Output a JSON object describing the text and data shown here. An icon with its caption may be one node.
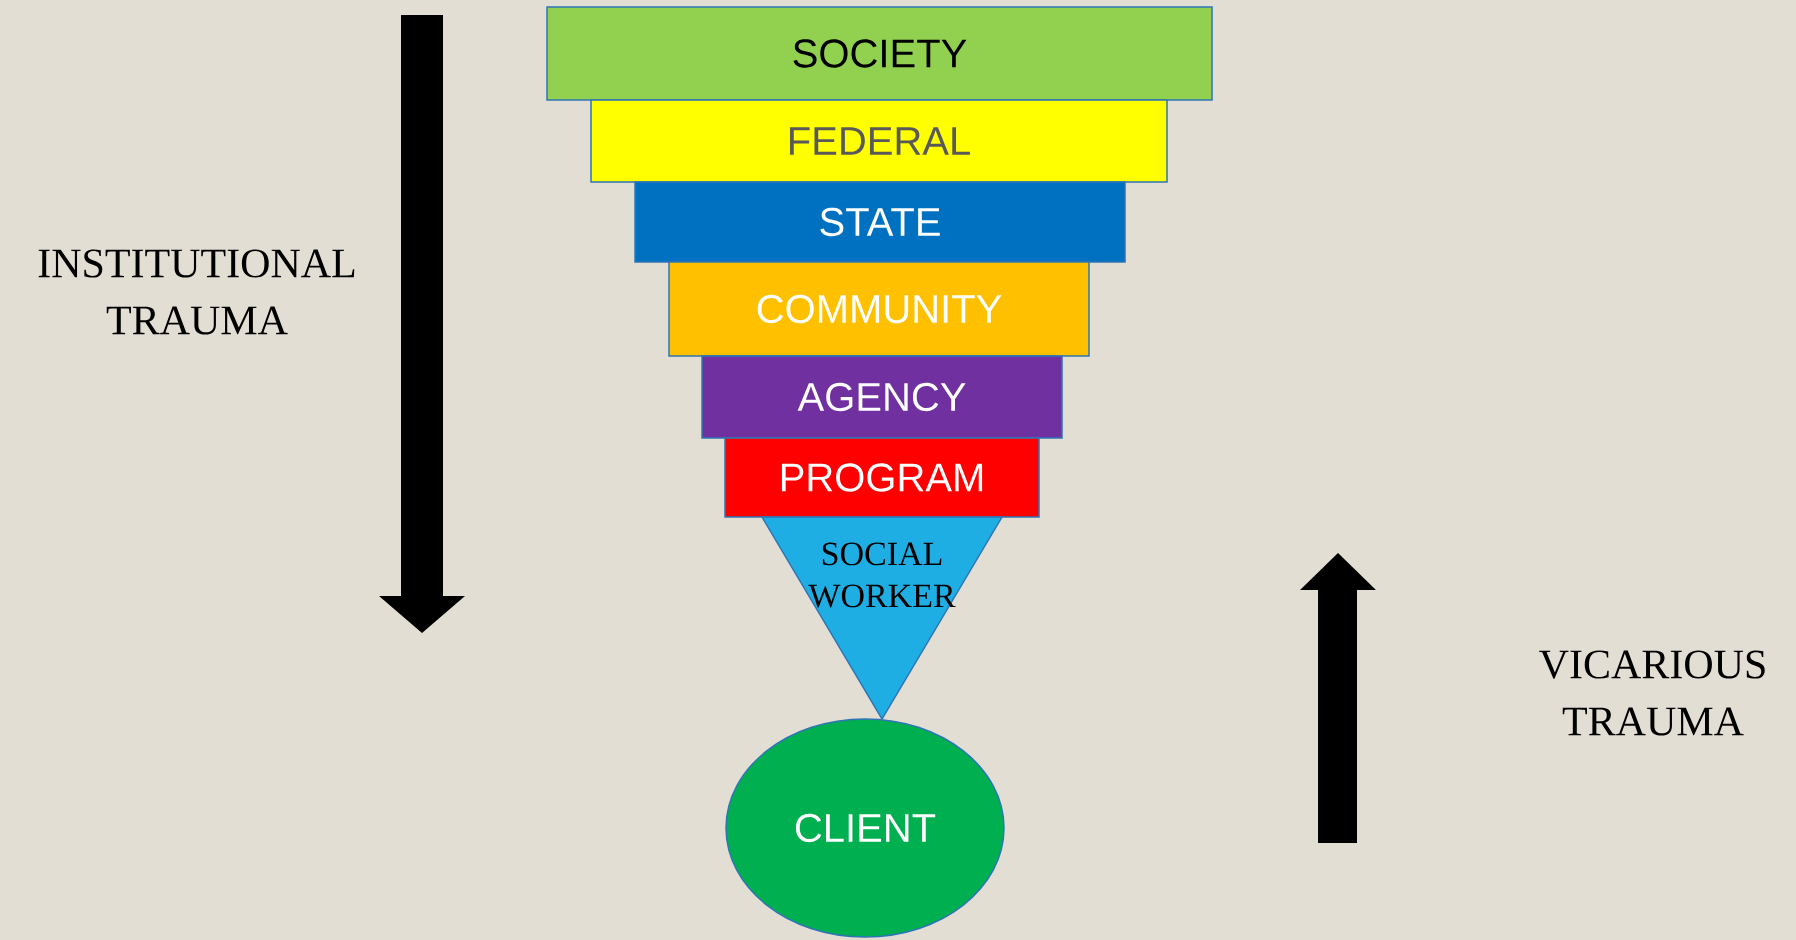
{
  "diagram": {
    "nodes": [
      {
        "text": [
          "SOCIETY"
        ]
      },
      {
        "text": [
          "FEDERAL"
        ]
      },
      {
        "text": [
          "STATE"
        ]
      },
      {
        "text": [
          "COMMUNITY"
        ]
      },
      {
        "text": [
          "AGENCY"
        ]
      },
      {
        "text": [
          "PROGRAM"
        ]
      },
      {
        "text": [
          "SOCIAL WORKER"
        ]
      },
      {
        "text": [
          "CLIENT"
        ]
      }
    ],
    "edges": [],
    "labels": [
      "INSTITUTIONAL TRAUMA",
      "VICARIOUS TRAUMA"
    ]
  }
}
